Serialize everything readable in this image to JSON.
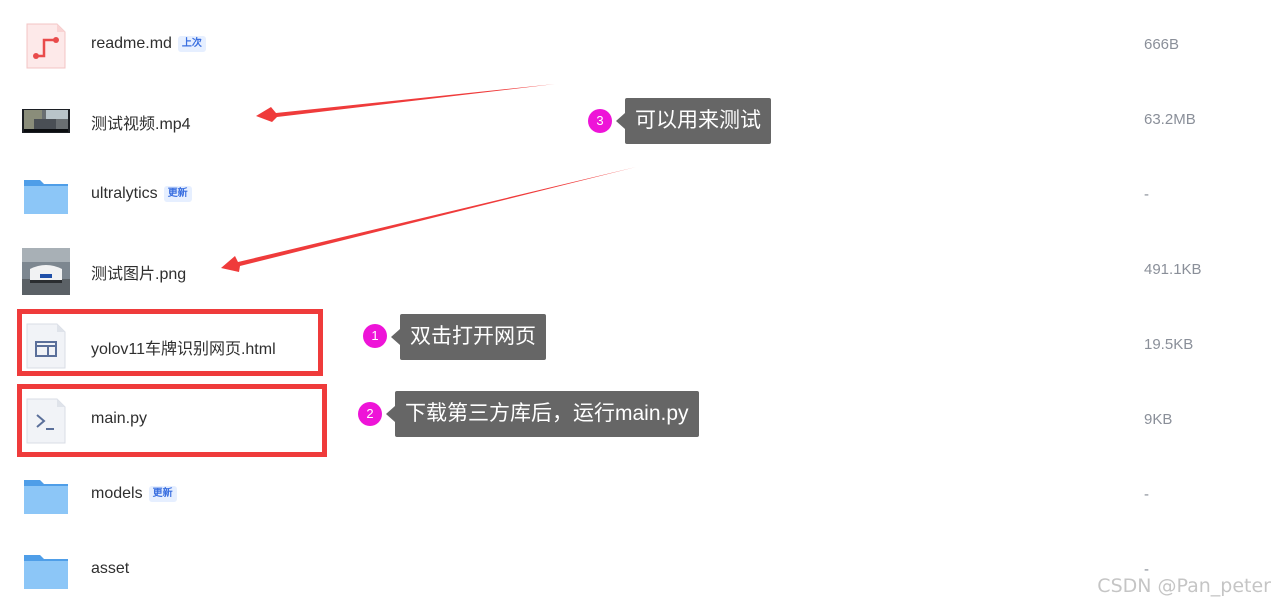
{
  "files": [
    {
      "name": "readme.md",
      "tag": "上次",
      "size": "666B",
      "icon": "markdown-file-icon"
    },
    {
      "name": "测试视频.mp4",
      "tag": "",
      "size": "63.2MB",
      "icon": "video-thumbnail-icon"
    },
    {
      "name": "ultralytics",
      "tag": "更新",
      "size": "-",
      "icon": "folder-icon"
    },
    {
      "name": "测试图片.png",
      "tag": "",
      "size": "491.1KB",
      "icon": "image-thumbnail-icon"
    },
    {
      "name": "yolov11车牌识别网页.html",
      "tag": "",
      "size": "19.5KB",
      "icon": "html-file-icon"
    },
    {
      "name": "main.py",
      "tag": "",
      "size": "9KB",
      "icon": "script-file-icon"
    },
    {
      "name": "models",
      "tag": "更新",
      "size": "-",
      "icon": "folder-icon"
    },
    {
      "name": "asset",
      "tag": "",
      "size": "-",
      "icon": "folder-icon"
    }
  ],
  "annotations": [
    {
      "number": "1",
      "text": "双击打开网页"
    },
    {
      "number": "2",
      "text": "下载第三方库后，运行main.py"
    },
    {
      "number": "3",
      "text": "可以用来测试"
    }
  ],
  "watermark": "CSDN @Pan_peter",
  "colors": {
    "highlight": "#ef3b3b",
    "bubble": "#666666",
    "badge": "#ee14d8",
    "tag_bg": "#e6efff",
    "tag_text": "#3a6fe0",
    "folder": "#6fb3f2"
  }
}
